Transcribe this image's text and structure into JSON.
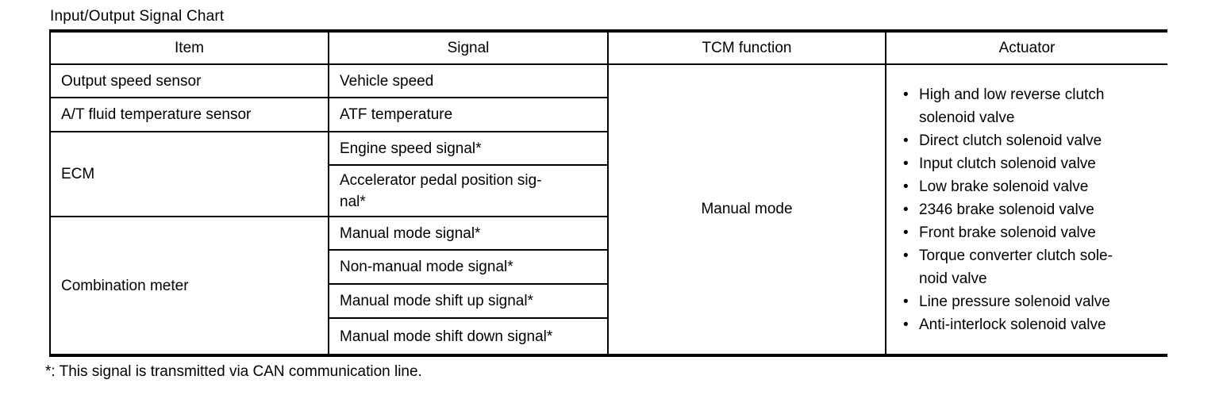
{
  "page": {
    "title": "Input/Output Signal Chart",
    "footnote": "*: This signal is transmitted via CAN communication line."
  },
  "table": {
    "headers": {
      "item": "Item",
      "signal": "Signal",
      "tcm_function": "TCM function",
      "actuator": "Actuator"
    },
    "rows": {
      "output_speed": {
        "item": "Output speed sensor",
        "signal": "Vehicle speed"
      },
      "atf": {
        "item": "A/T fluid temperature sensor",
        "signal": "ATF temperature"
      },
      "ecm": {
        "item": "ECM",
        "signals": {
          "engine_speed": "Engine speed signal*",
          "accel_pedal": "Accelerator pedal position sig-\nnal*"
        }
      },
      "combination_meter": {
        "item": "Combination meter",
        "signals": {
          "manual_mode": "Manual mode signal*",
          "non_manual_mode": "Non-manual mode signal*",
          "shift_up": "Manual mode shift up signal*",
          "shift_down": "Manual mode shift down signal*"
        }
      }
    },
    "tcm_function_value": "Manual mode",
    "actuators": [
      "High and low reverse clutch\nsolenoid valve",
      "Direct clutch solenoid valve",
      "Input clutch solenoid valve",
      "Low brake solenoid valve",
      "2346 brake solenoid valve",
      "Front brake solenoid valve",
      "Torque converter clutch sole-\nnoid valve",
      "Line pressure solenoid valve",
      "Anti-interlock solenoid valve"
    ],
    "colors": {
      "text": "#000000",
      "border": "#000000",
      "background": "#ffffff"
    }
  }
}
